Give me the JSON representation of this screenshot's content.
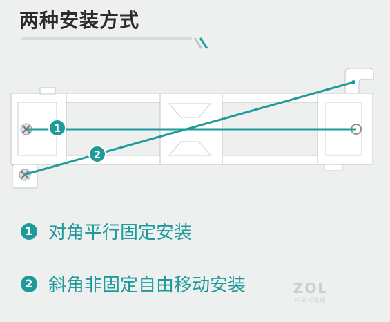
{
  "title": "两种安装方式",
  "colors": {
    "accent": "#1f9a9a",
    "bracket": "#ffffff",
    "outline": "#bfc7c7"
  },
  "diagram": {
    "marker1": "1",
    "marker2": "2"
  },
  "legend": [
    {
      "num": "1",
      "text": "对角平行固定安装"
    },
    {
      "num": "2",
      "text": "斜角非固定自由移动安装"
    }
  ],
  "watermark": {
    "logo": "ZOL",
    "sub": "中关村在线"
  }
}
